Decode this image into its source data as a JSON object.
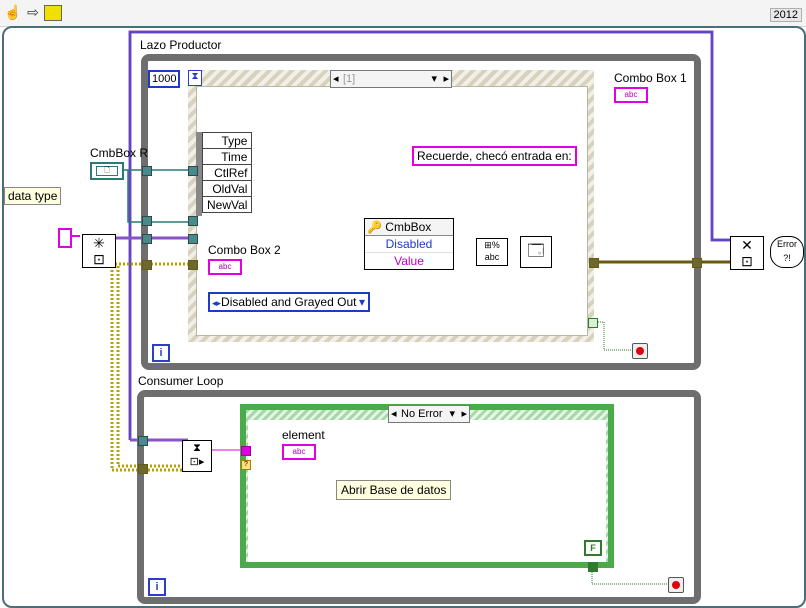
{
  "toolbar": {
    "run_icon": "hand-run-icon",
    "arrow_icon": "arrow-icon",
    "highlight_icon": "highlight-icon"
  },
  "version": "2012",
  "outer_labels": {
    "data_type": "data type",
    "cmbbox_ref": "CmbBox R"
  },
  "producer": {
    "label": "Lazo Productor",
    "timeout_const": "1000",
    "event_selector": "[1]",
    "event_data": [
      "Type",
      "Time",
      "CtlRef",
      "OldVal",
      "NewVal"
    ],
    "combo_box_2": "Combo Box 2",
    "enum_value": "Disabled and Grayed Out",
    "property_node": {
      "title": "CmbBox",
      "rows": [
        "Disabled",
        "Value"
      ]
    },
    "string_const": "Recuerde, checó entrada en:",
    "combo_box_1": "Combo Box 1",
    "string_indicator_text": "abc",
    "iteration_label": "i"
  },
  "consumer": {
    "label": "Consumer Loop",
    "element_label": "element",
    "case_selector": "No Error",
    "case_text": "Abrir Base de datos",
    "bool_const": "F",
    "iteration_label": "i"
  },
  "colors": {
    "loop_border": "#6e6e6e",
    "wire_ref": "#2b7a7a",
    "wire_string": "#e000e0",
    "wire_error": "#b8a000",
    "wire_enum": "#1c3cc6"
  }
}
